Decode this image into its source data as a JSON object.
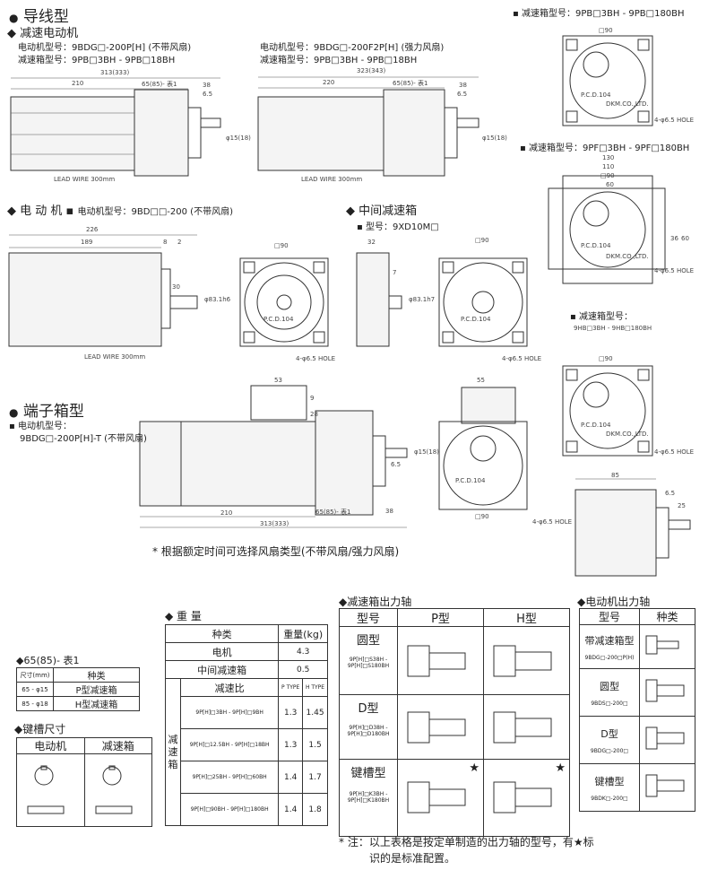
{
  "sections": {
    "lead_wire": "导线型",
    "terminal_box": "端子箱型",
    "gear_motor": "减速电动机",
    "motor": "电动机"
  },
  "models": {
    "gm_motor_left": "电动机型号：9BDG□-200P[H] (不带风扇)",
    "gm_gear_left": "减速箱型号：9PB□3BH - 9PB□18BH",
    "gm_motor_right": "电动机型号：9BDG□-200F2P[H] (强力风扇)",
    "gm_gear_right": "减速箱型号：9PB□3BH - 9PB□18BH",
    "motor_only": "电动机型号：9BD□□-200 (不带风扇)",
    "mid_gear_title": "中间减速箱",
    "mid_gear_model": "型号：9XD10M□",
    "tb_motor_label": "电动机型号：",
    "tb_motor_model": "9BDG□-200P[H]-T (不带风扇)",
    "gear_pb": "减速箱型号：9PB□3BH - 9PB□180BH",
    "gear_pf": "减速箱型号：9PF□3BH - 9PF□180BH",
    "gear_hb_label": "减速箱型号：",
    "gear_hb": "9HB□3BH - 9HB□180BH"
  },
  "dims": {
    "d313": "313(333)",
    "d210": "210",
    "d65": "65(85)- 表1",
    "d38": "38",
    "d65b": "6.5",
    "d323": "323(343)",
    "d220": "220",
    "d226": "226",
    "d189": "189",
    "d8": "8",
    "d2": "2",
    "d30": "30",
    "d90": "□90",
    "d32": "32",
    "d7": "7",
    "d53": "53",
    "d55": "55",
    "d130": "130",
    "d110": "110",
    "d60": "60",
    "d36": "36",
    "d85": "85",
    "d25": "25",
    "phi15": "φ15(18)",
    "phi83": "φ83.1h6",
    "phi83b": "φ83.1h7",
    "d9": "9",
    "d28": "28",
    "pcd": "P.C.D.104",
    "dkm": "DKM.CO.,LTD.",
    "hole": "4-φ6.5 HOLE",
    "lead": "LEAD WIRE 300mm",
    "biao1": "- 表1"
  },
  "footnote_fan": "* 根据额定时间可选择风扇类型(不带风扇/强力风扇)",
  "table1": {
    "title": "◆65(85)- 表1",
    "h1": "尺寸(mm)",
    "h2": "种类",
    "rows": [
      {
        "size": "65 - φ15",
        "kind": "P型减速箱"
      },
      {
        "size": "85 - φ18",
        "kind": "H型减速箱"
      }
    ]
  },
  "keyway": {
    "title": "◆键槽尺寸",
    "h1": "电动机",
    "h2": "减速箱"
  },
  "weight": {
    "title": "◆ 重 量",
    "h_kind": "种类",
    "h_weight": "重量(kg)",
    "motor": "电机",
    "motor_w": "4.3",
    "mid": "中间减速箱",
    "mid_w": "0.5",
    "gear_v": "减速箱",
    "ratio": "减速比",
    "ptype": "P TYPE",
    "htype": "H TYPE",
    "rows": [
      {
        "model": "9P[H]□3BH - 9P[H]□9BH",
        "p": "1.3",
        "h": "1.45"
      },
      {
        "model": "9P[H]□12.5BH - 9P[H]□18BH",
        "p": "1.3",
        "h": "1.5"
      },
      {
        "model": "9P[H]□25BH - 9P[H]□60BH",
        "p": "1.4",
        "h": "1.7"
      },
      {
        "model": "9P[H]□90BH - 9P[H]□180BH",
        "p": "1.4",
        "h": "1.8"
      }
    ]
  },
  "gear_shaft": {
    "title": "◆减速箱出力轴",
    "h_model": "型号",
    "h_p": "P型",
    "h_h": "H型",
    "round": "圆型",
    "round_m": "9P[H]□S38H - 9P[H]□S180BH",
    "d": "D型",
    "d_m": "9P[H]□D38H - 9P[H]□D180BH",
    "key": "键槽型",
    "key_m": "9P[H]□K3BH - 9P[H]□K180BH",
    "star": "★"
  },
  "motor_shaft": {
    "title": "◆电动机出力轴",
    "h_model": "型号",
    "h_kind": "种类",
    "gear": "带减速箱型",
    "gear_m": "9BDG□-200□P(H)",
    "round": "圆型",
    "round_m": "9BDS□-200□",
    "d": "D型",
    "d_m": "9BDG□-200□",
    "key": "键槽型",
    "key_m": "9BDK□-200□"
  },
  "footnote_std": "* 注：以上表格是按定单制造的出力轴的型号，有★标",
  "footnote_std2": "识的是标准配置。"
}
